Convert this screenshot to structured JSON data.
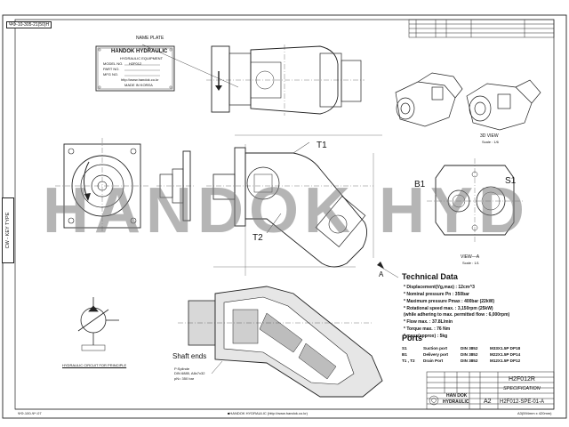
{
  "document": {
    "top_left_code": "ΨΦ-10-305-21(50)H",
    "side_tab": "CW - KEY TYPE",
    "watermark": "HANDOK HYD",
    "bottom_left": "ΨΦ-100-Ψ*-07",
    "bottom_center": "■HANDOK HYDRAULIC (http://www.handok.co.kr)",
    "bottom_right": "A3(594mm x 420mm)"
  },
  "nameplate": {
    "callout": "NAME PLATE",
    "brand": "HANDOK HYDRAULIC",
    "subtitle": "HYDRAULIC EQUIPMENT",
    "model_label": "MODEL NO.",
    "model_value": "H2F012",
    "part_label": "PART NO.",
    "mfg_label": "MFG NO.",
    "website": "http://www.handok.co.kr",
    "made_in": "MADE IN KOREA"
  },
  "views": {
    "view_3d": "3D VIEW",
    "scale_3d": "Scale : 1/6",
    "view_a": "VIEW—A",
    "scale_a": "Scale : 1/1",
    "t1": "T1",
    "t2": "T2",
    "b1": "B1",
    "s1": "S1",
    "arrow_a": "A"
  },
  "shaft": {
    "title": "Shaft ends",
    "line1": "P:Splinde",
    "line2": "DIN 6885, A8x7x32",
    "line3": "pN= 350 bar"
  },
  "circuit": {
    "caption": "HYDRAULIC CIRCUIT FOR PRINCIPLE"
  },
  "technical": {
    "title": "Technical Data",
    "lines": [
      "* Displacement(Vg,max) : 12cm^3",
      "* Nominal pressure Pn : 350bar",
      "* Maximum pressure Pmax : 400bar (22kW)",
      "* Rotational speed max. : 3,150rpm (25kW)",
      "  (while adhering to max. permitted flow : 6,000rpm)",
      "* Flow max. : 37.8L/min",
      "* Torque max. : 76 Nm",
      "* mass(approx) : 5kg"
    ]
  },
  "ports": {
    "title": "Ports",
    "rows": [
      {
        "id": "S1",
        "name": "Suction port",
        "std": "DIN 3852",
        "thread": "M33X1.5P DP18"
      },
      {
        "id": "B1",
        "name": "Delivery port",
        "std": "DIN 3852",
        "thread": "M22X1.5P DP14"
      },
      {
        "id": "T1 , T2",
        "name": "Drain Port",
        "std": "DIN 3852",
        "thread": "M12X1.5P DP12"
      }
    ]
  },
  "titleblock": {
    "part_no": "H2F012R",
    "doc_type": "SPECIFICATION",
    "company_line1": "HAN DOK",
    "company_line2": "HYDRAULIC",
    "drawing_no": "H2F012-SPE-01-A",
    "size": "A2"
  }
}
